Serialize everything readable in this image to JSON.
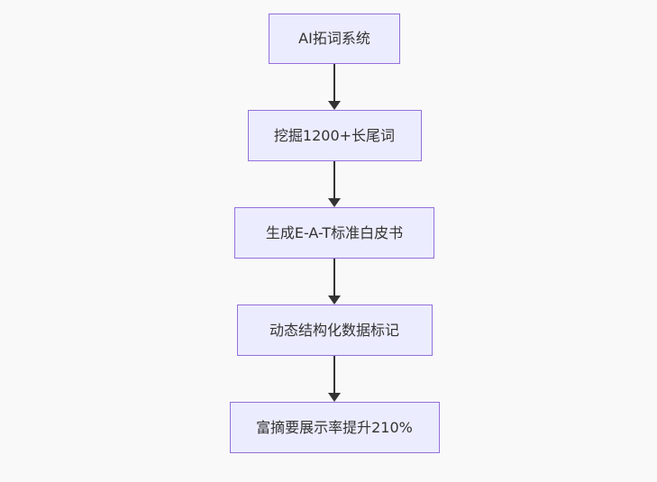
{
  "diagram": {
    "type": "flowchart",
    "direction": "top-down",
    "nodes": [
      {
        "id": "n1",
        "label": "AI拓词系统"
      },
      {
        "id": "n2",
        "label": "挖掘1200+长尾词"
      },
      {
        "id": "n3",
        "label": "生成E-A-T标准白皮书"
      },
      {
        "id": "n4",
        "label": "动态结构化数据标记"
      },
      {
        "id": "n5",
        "label": "富摘要展示率提升210%"
      }
    ],
    "edges": [
      {
        "from": "n1",
        "to": "n2"
      },
      {
        "from": "n2",
        "to": "n3"
      },
      {
        "from": "n3",
        "to": "n4"
      },
      {
        "from": "n4",
        "to": "n5"
      }
    ]
  },
  "colors": {
    "background": "#f9f9f9",
    "node_fill": "#ececff",
    "node_border": "#9370db",
    "node_text": "#333333",
    "arrow": "#333333"
  }
}
